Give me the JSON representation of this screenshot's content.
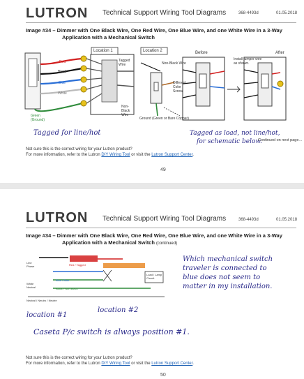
{
  "page1": {
    "logo": "LUTRON",
    "header_title": "Technical Support Wiring Tool Diagrams",
    "doc_number": "368-4493d",
    "date": "01.05.2018",
    "image_title_line1": "Image #34 – Dimmer with One Black Wire, One Red Wire, One Blue Wire, and one White Wire in a 3-Way",
    "image_title_line2": "Application with a Mechanical Switch",
    "diagram": {
      "location1": "Location 1",
      "location2": "Location 2",
      "before": "Before",
      "after": "After",
      "tagged_wire": "Tagged Wire",
      "red": "Red",
      "black": "Black",
      "blue": "Blue",
      "white": "White",
      "green_ground": "Green (Ground)",
      "non_black_wire": "Non-Black Wire",
      "non_black_wire_2": "Non-Black Wire",
      "different_color_screw": "Different Color Screw",
      "ground_note": "Ground (Green or Bare Copper)",
      "install_jumper": "Install jumper wire as shown."
    },
    "handwriting": {
      "left": "Tagged for line/hot",
      "right_line1": "Tagged as load, not line/hot,",
      "right_line2": "for schematic below."
    },
    "continued": "Continued on next page...",
    "footer_line1": "Not sure this is the correct wiring for your Lutron product?",
    "footer_prefix": "For more information, refer to the Lutron",
    "footer_link1": "DIY Wiring Tool",
    "footer_middle": "or visit the",
    "footer_link2": "Lutron Support Center",
    "page_number": "49"
  },
  "page2": {
    "logo": "LUTRON",
    "header_title": "Technical Support Wiring Tool Diagrams",
    "doc_number": "368-4493d",
    "date": "01.05.2018",
    "image_title_line1": "Image #34 – Dimmer with One Black Wire, One Red Wire, One Blue Wire, and one White Wire in a 3-Way",
    "image_title_line2": "Application with a Mechanical Switch",
    "continued": "(continued)",
    "schematic": {
      "line_hot": "Line Phase",
      "white_neutral": "White Neutral",
      "red_label": "Red / Tagged",
      "blue_label": "Blue / Blue",
      "black_label": "Black / Non-Black",
      "load": "Load / Lamp Circuit",
      "neutral_bottom": "Neutral / Neutro / Neutre"
    },
    "handwriting": {
      "note_line1": "Which mechanical switch",
      "note_line2": "traveler is connected to",
      "note_line3": "blue does not seem to",
      "note_line4": "matter in my installation.",
      "location1": "location #1",
      "location2": "location #2",
      "caseta": "Caseta P/c switch is always position #1."
    },
    "footer_line1": "Not sure this is the correct wiring for your Lutron product?",
    "footer_prefix": "For more information, refer to the Lutron",
    "footer_link1": "DIY Wiring Tool",
    "footer_middle": "or visit the",
    "footer_link2": "Lutron Support Center",
    "page_number": "50"
  },
  "colors": {
    "red": "#d22020",
    "black": "#111111",
    "blue": "#2b6fd6",
    "white": "#cfcfcf",
    "green": "#2e8b3a",
    "yellow": "#e8c21c",
    "link": "#1a5fb4"
  }
}
